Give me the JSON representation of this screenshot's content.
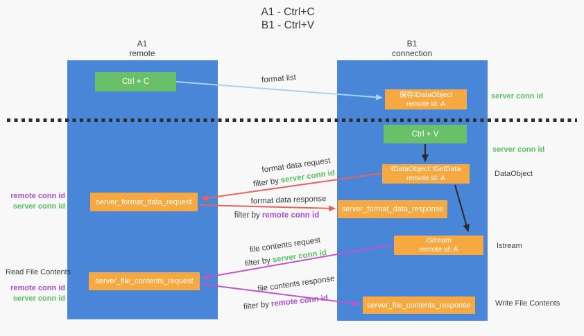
{
  "title": {
    "line1": "A1 - Ctrl+C",
    "line2": "B1 - Ctrl+V"
  },
  "columns": {
    "a1": {
      "name": "A1",
      "role": "remote"
    },
    "b1": {
      "name": "B1",
      "role": "connection"
    }
  },
  "nodes": {
    "ctrl_c": "Ctrl + C",
    "ctrl_v": "Ctrl + V",
    "save_idataobject": {
      "title": "保存IDataObject",
      "subtitle": "remote id: A"
    },
    "getdata": {
      "title": "IDataObject::GetData",
      "subtitle": "remote id: A"
    },
    "istream": {
      "title": "IStream",
      "subtitle": "remote id: A"
    },
    "format_request": "server_format_data_request",
    "format_response": "server_format_data_response",
    "file_request": "server_file_contents_request",
    "file_response": "server_file_contents_response"
  },
  "labels": {
    "format_list": "format list",
    "format_data_request": "format data request",
    "format_data_response": "format data response",
    "file_contents_request": "file contents request",
    "file_contents_response": "file contents response",
    "filter_by": "filter by",
    "server_conn_id": "server conn id",
    "remote_conn_id": "remote conn id",
    "read_file_contents": "Read File Contents",
    "write_file_contents": "Write File Contents",
    "dataobject": "DataObject",
    "istream": "Istream"
  },
  "colors": {
    "background": "#f8f8f8",
    "column_blue": "#4a86d8",
    "green_box": "#6abf69",
    "orange_box": "#f7a941",
    "green_text": "#5cbf63",
    "purple_text": "#aa4fd0",
    "red_arrow": "#e8635c",
    "magenta_arrow": "#c054c8",
    "light_blue_arrow": "#a9d3ee",
    "black_arrow": "#2d2d2d"
  }
}
